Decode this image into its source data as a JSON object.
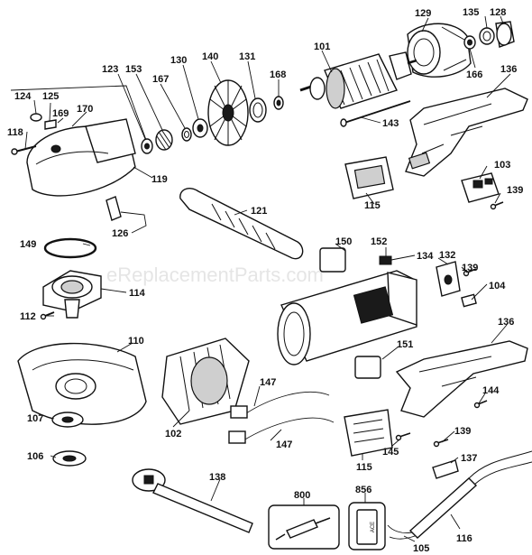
{
  "watermark": "eReplacementParts.com",
  "callouts": {
    "p101": "101",
    "p102": "102",
    "p103": "103",
    "p104": "104",
    "p105": "105",
    "p106": "106",
    "p107": "107",
    "p110": "110",
    "p112": "112",
    "p114": "114",
    "p115a": "115",
    "p115b": "115",
    "p116": "116",
    "p118": "118",
    "p119": "119",
    "p121": "121",
    "p123": "123",
    "p124": "124",
    "p125": "125",
    "p126": "126",
    "p128": "128",
    "p129": "129",
    "p130": "130",
    "p131": "131",
    "p132": "132",
    "p134": "134",
    "p135": "135",
    "p136a": "136",
    "p136b": "136",
    "p137": "137",
    "p138": "138",
    "p139a": "139",
    "p139b": "139",
    "p139c": "139",
    "p140": "140",
    "p143": "143",
    "p144": "144",
    "p145": "145",
    "p147a": "147",
    "p147b": "147",
    "p149": "149",
    "p150": "150",
    "p151": "151",
    "p152": "152",
    "p153": "153",
    "p166": "166",
    "p167": "167",
    "p168": "168",
    "p169": "169",
    "p170": "170",
    "p800": "800",
    "p856": "856"
  },
  "box_856_text": "ACE"
}
